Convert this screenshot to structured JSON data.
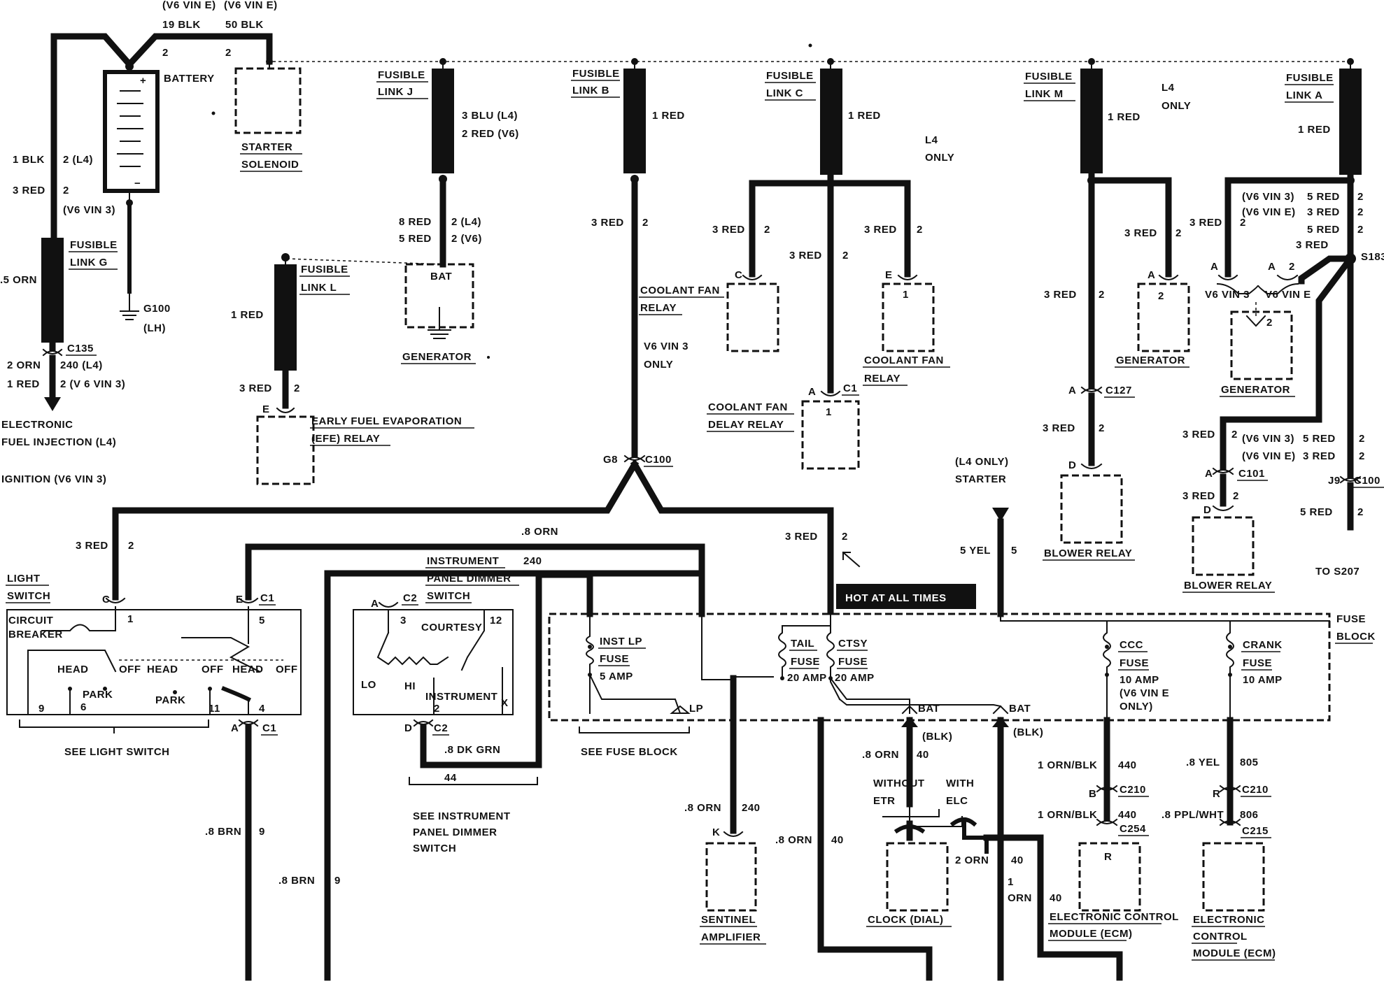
{
  "battery": {
    "label": "BATTERY",
    "plus": "+",
    "minus": "−",
    "wire_left_note": "(V6 VIN E)",
    "wire_left_gauge": "19 BLK",
    "wire_left_circuit": "2",
    "wire_right_note": "(V6 VIN E)",
    "wire_right_gauge": "50 BLK",
    "wire_right_circuit": "2"
  },
  "starter_solenoid": {
    "label1": "STARTER",
    "label2": "SOLENOID"
  },
  "left_wires": {
    "blk": "1 BLK",
    "blk_circ": "2 (L4)",
    "red": "3 RED",
    "red_circ": "2",
    "red_note": "(V6 VIN 3)",
    "orn": ".5 ORN"
  },
  "fusible_g": {
    "label1": "FUSIBLE",
    "label2": "LINK G"
  },
  "ground": {
    "label": "G100",
    "note": "(LH)"
  },
  "c135": {
    "label": "C135",
    "w1_gauge": "2 ORN",
    "w1_circ": "240 (L4)",
    "w2_gauge": "1 RED",
    "w2_circ": "2 (V 6 VIN 3)"
  },
  "efi": {
    "line1": "ELECTRONIC",
    "line2": "FUEL INJECTION (L4)",
    "line3": "IGNITION (V6 VIN 3)"
  },
  "fusible_j": {
    "label1": "FUSIBLE",
    "label2": "LINK J",
    "w1": "3 BLU (L4)",
    "w2": "2 RED (V6)",
    "w3_gauge": "8 RED",
    "w3_circ": "2 (L4)",
    "w4_gauge": "5 RED",
    "w4_circ": "2 (V6)"
  },
  "gen1": {
    "bat": "BAT",
    "label": "GENERATOR"
  },
  "fusible_l": {
    "label1": "FUSIBLE",
    "label2": "LINK L",
    "w1": "1 RED",
    "w2_gauge": "3 RED",
    "w2_circ": "2"
  },
  "efe": {
    "pin": "E",
    "line1": "EARLY FUEL EVAPORATION",
    "line2": "(EFE) RELAY"
  },
  "fusible_b": {
    "label1": "FUSIBLE",
    "label2": "LINK B",
    "w1": "1 RED",
    "w2_gauge": "3 RED",
    "w2_circ": "2",
    "note1": "V6 VIN 3",
    "note2": "ONLY",
    "conn_pin": "G8",
    "conn": "C100"
  },
  "fusible_c": {
    "label1": "FUSIBLE",
    "label2": "LINK C",
    "w1": "1 RED",
    "note1": "L4",
    "note2": "ONLY",
    "wa_gauge": "3 RED",
    "wa_circ": "2",
    "wb_gauge": "3 RED",
    "wb_circ": "2",
    "wc_gauge": "3 RED",
    "wc_circ": "2"
  },
  "cf_relay1": {
    "pin": "C",
    "line1": "COOLANT FAN",
    "line2": "RELAY"
  },
  "cf_relay2": {
    "pin": "E",
    "num": "1",
    "line1": "COOLANT FAN",
    "line2": "RELAY"
  },
  "cf_delay": {
    "pin": "A",
    "conn": "C1",
    "num": "1",
    "line1": "COOLANT FAN",
    "line2": "DELAY RELAY"
  },
  "fusible_m": {
    "label1": "FUSIBLE",
    "label2": "LINK M",
    "w1": "1 RED",
    "note1": "L4",
    "note2": "ONLY",
    "wa_gauge": "3 RED",
    "wa_circ": "2",
    "wb_gauge": "3 RED",
    "wb_circ": "2"
  },
  "gen2": {
    "pin": "A",
    "num": "2",
    "label": "GENERATOR"
  },
  "c127": {
    "pin": "A",
    "label": "C127",
    "w_gauge": "3 RED",
    "w_circ": "2",
    "pin2": "D"
  },
  "blower1": {
    "label": "BLOWER RELAY"
  },
  "fusible_a": {
    "label1": "FUSIBLE",
    "label2": "LINK A",
    "w1": "1 RED",
    "n1": "(V6 VIN 3)",
    "n1w": "5 RED",
    "n1c": "2",
    "n2": "(V6 VIN E)",
    "n2w": "3 RED",
    "n2c": "2",
    "n3w": "5 RED",
    "n3c": "2",
    "n4w": "3 RED",
    "s183": "S183",
    "wl_gauge": "3 RED",
    "wl_circ": "2"
  },
  "gen3": {
    "pinA1": "A",
    "pinA2": "A",
    "pin2": "2",
    "vin3": "V6 VIN 3",
    "vine": "V6 VIN E",
    "num": "2",
    "label": "GENERATOR"
  },
  "c101": {
    "w_gauge": "3 RED",
    "w_circ": "2",
    "n1": "(V6 VIN 3)",
    "n1w": "5 RED",
    "n1c": "2",
    "n2": "(V6 VIN E)",
    "n2w": "3 RED",
    "n2c": "2",
    "pin": "A",
    "label": "C101",
    "w2_gauge": "3 RED",
    "w2_circ": "2",
    "pin2": "D",
    "j9": "J9",
    "c100": "C100",
    "w3_gauge": "5 RED",
    "w3_circ": "2",
    "to": "TO S207"
  },
  "blower2": {
    "label": "BLOWER RELAY"
  },
  "starter": {
    "note": "(L4 ONLY)",
    "label": "STARTER",
    "w_gauge": "5 YEL",
    "w_circ": "5"
  },
  "hot": {
    "label": "HOT AT ALL TIMES"
  },
  "feed": {
    "left_gauge": "3 RED",
    "left_circ": "2",
    "orn": ".8 ORN",
    "right_gauge": "3 RED",
    "right_circ": "2"
  },
  "light_switch": {
    "label1": "LIGHT",
    "label2": "SWITCH",
    "cb1": "CIRCUIT",
    "cb2": "BREAKER",
    "pinC": "C",
    "pinE": "E",
    "connC1": "C1",
    "p1": "1",
    "p5": "5",
    "head1": "HEAD",
    "off1": "OFF",
    "head2": "HEAD",
    "off2": "OFF",
    "head3": "HEAD",
    "off3": "OFF",
    "park1": "PARK",
    "park2": "PARK",
    "p9": "9",
    "p6": "6",
    "p11": "11",
    "p4": "4",
    "pinA": "A",
    "connC1b": "C1",
    "see": "SEE LIGHT SWITCH",
    "brn1_gauge": ".8 BRN",
    "brn1_circ": "9",
    "brn2_gauge": ".8 BRN",
    "brn2_circ": "9"
  },
  "dimmer": {
    "line1": "INSTRUMENT",
    "line2": "PANEL DIMMER",
    "line3": "SWITCH",
    "w240": "240",
    "pinA": "A",
    "connC2": "C2",
    "p3": "3",
    "courtesy": "COURTESY",
    "p12": "12",
    "lo": "LO",
    "hi": "HI",
    "instrument": "INSTRUMENT",
    "p2": "2",
    "px": "X",
    "pinD": "D",
    "connC2b": "C2",
    "dk_gauge": ".8 DK GRN",
    "num44": "44",
    "see1": "SEE INSTRUMENT",
    "see2": "PANEL DIMMER",
    "see3": "SWITCH"
  },
  "fuse_block": {
    "label1": "FUSE",
    "label2": "BLOCK",
    "inst1": "INST LP",
    "inst2": "FUSE",
    "inst3": "5 AMP",
    "lp": "LP",
    "see": "SEE FUSE BLOCK",
    "tail1": "TAIL",
    "tail2": "FUSE",
    "tail3": "20 AMP",
    "ctsy1": "CTSY",
    "ctsy2": "FUSE",
    "ctsy3": "20 AMP",
    "bat1": "BAT",
    "bat2": "BAT",
    "ccc1": "CCC",
    "ccc2": "FUSE",
    "ccc3": "10 AMP",
    "ccc4": "(V6 VIN E",
    "ccc5": "ONLY)",
    "crank1": "CRANK",
    "crank2": "FUSE",
    "crank3": "10 AMP"
  },
  "sentinel": {
    "w_gauge": ".8 ORN",
    "w_circ": "240",
    "pin": "K",
    "line1": "SENTINEL",
    "line2": "AMPLIFIER"
  },
  "clock": {
    "blk1": "(BLK)",
    "blk2": "(BLK)",
    "w_gauge": ".8 ORN",
    "w_circ": "40",
    "without1": "WITHOUT",
    "without2": "ETR",
    "with1": "WITH",
    "with2": "ELC",
    "label": "CLOCK (DIAL)",
    "w2_gauge": ".8 ORN",
    "w2_circ": "40",
    "w3_gauge": "2 ORN",
    "w3_circ": "40",
    "w4a": "1",
    "w4b": "ORN",
    "w4c": "40"
  },
  "ecm1": {
    "w1_gauge": "1 ORN/BLK",
    "w1_circ": "440",
    "pinB": "B",
    "c210": "C210",
    "w2_gauge": "1 ORN/BLK",
    "w2_circ": "440",
    "c254": "C254",
    "pinR": "R",
    "line1": "ELECTRONIC CONTROL",
    "line2": "MODULE (ECM)"
  },
  "ecm2": {
    "w1_gauge": ".8 YEL",
    "w1_circ": "805",
    "pinR": "R",
    "c210": "C210",
    "w2_gauge": ".8 PPL/WHT",
    "w2_circ": "806",
    "c215": "C215",
    "line1": "ELECTRONIC",
    "line2": "CONTROL",
    "line3": "MODULE (ECM)"
  }
}
